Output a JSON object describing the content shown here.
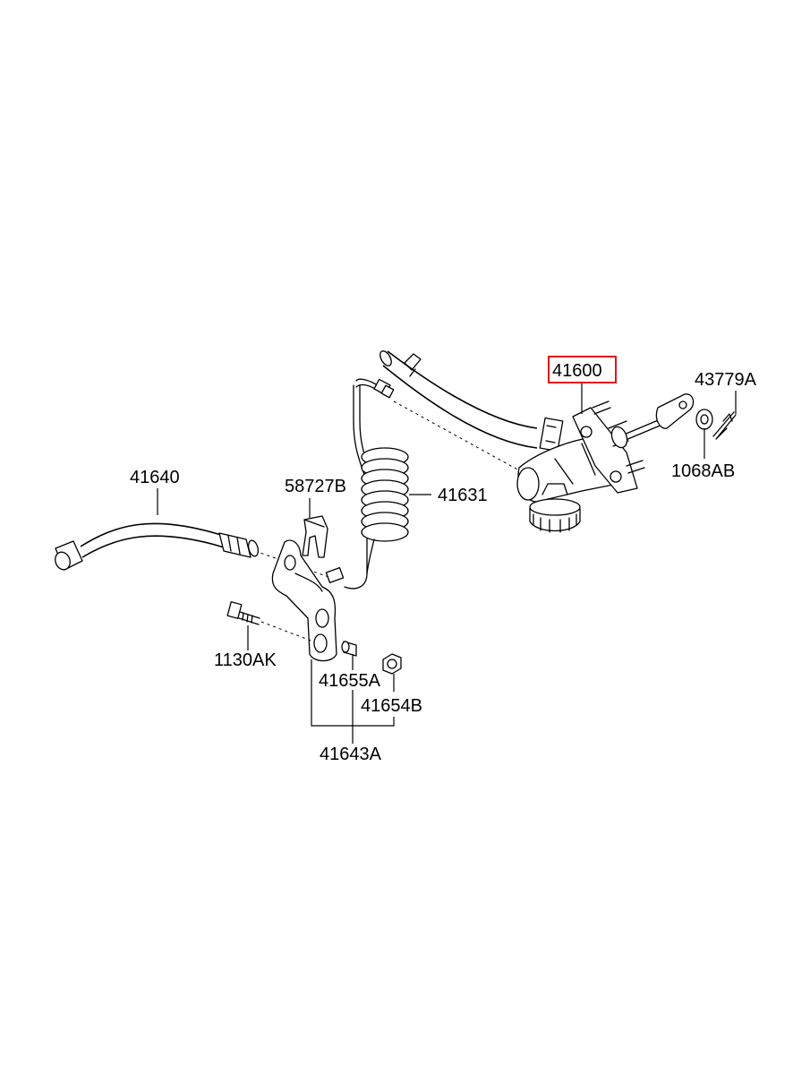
{
  "diagram": {
    "highlight_color": "#e0141e",
    "line_color": "#000000",
    "labels": {
      "p41600": "41600",
      "p43779A": "43779A",
      "p1068AB": "1068AB",
      "p41631": "41631",
      "p58727B": "58727B",
      "p41640": "41640",
      "p1130AK": "1130AK",
      "p41655A": "41655A",
      "p41654B": "41654B",
      "p41643A": "41643A"
    },
    "highlighted_part": "41600"
  }
}
